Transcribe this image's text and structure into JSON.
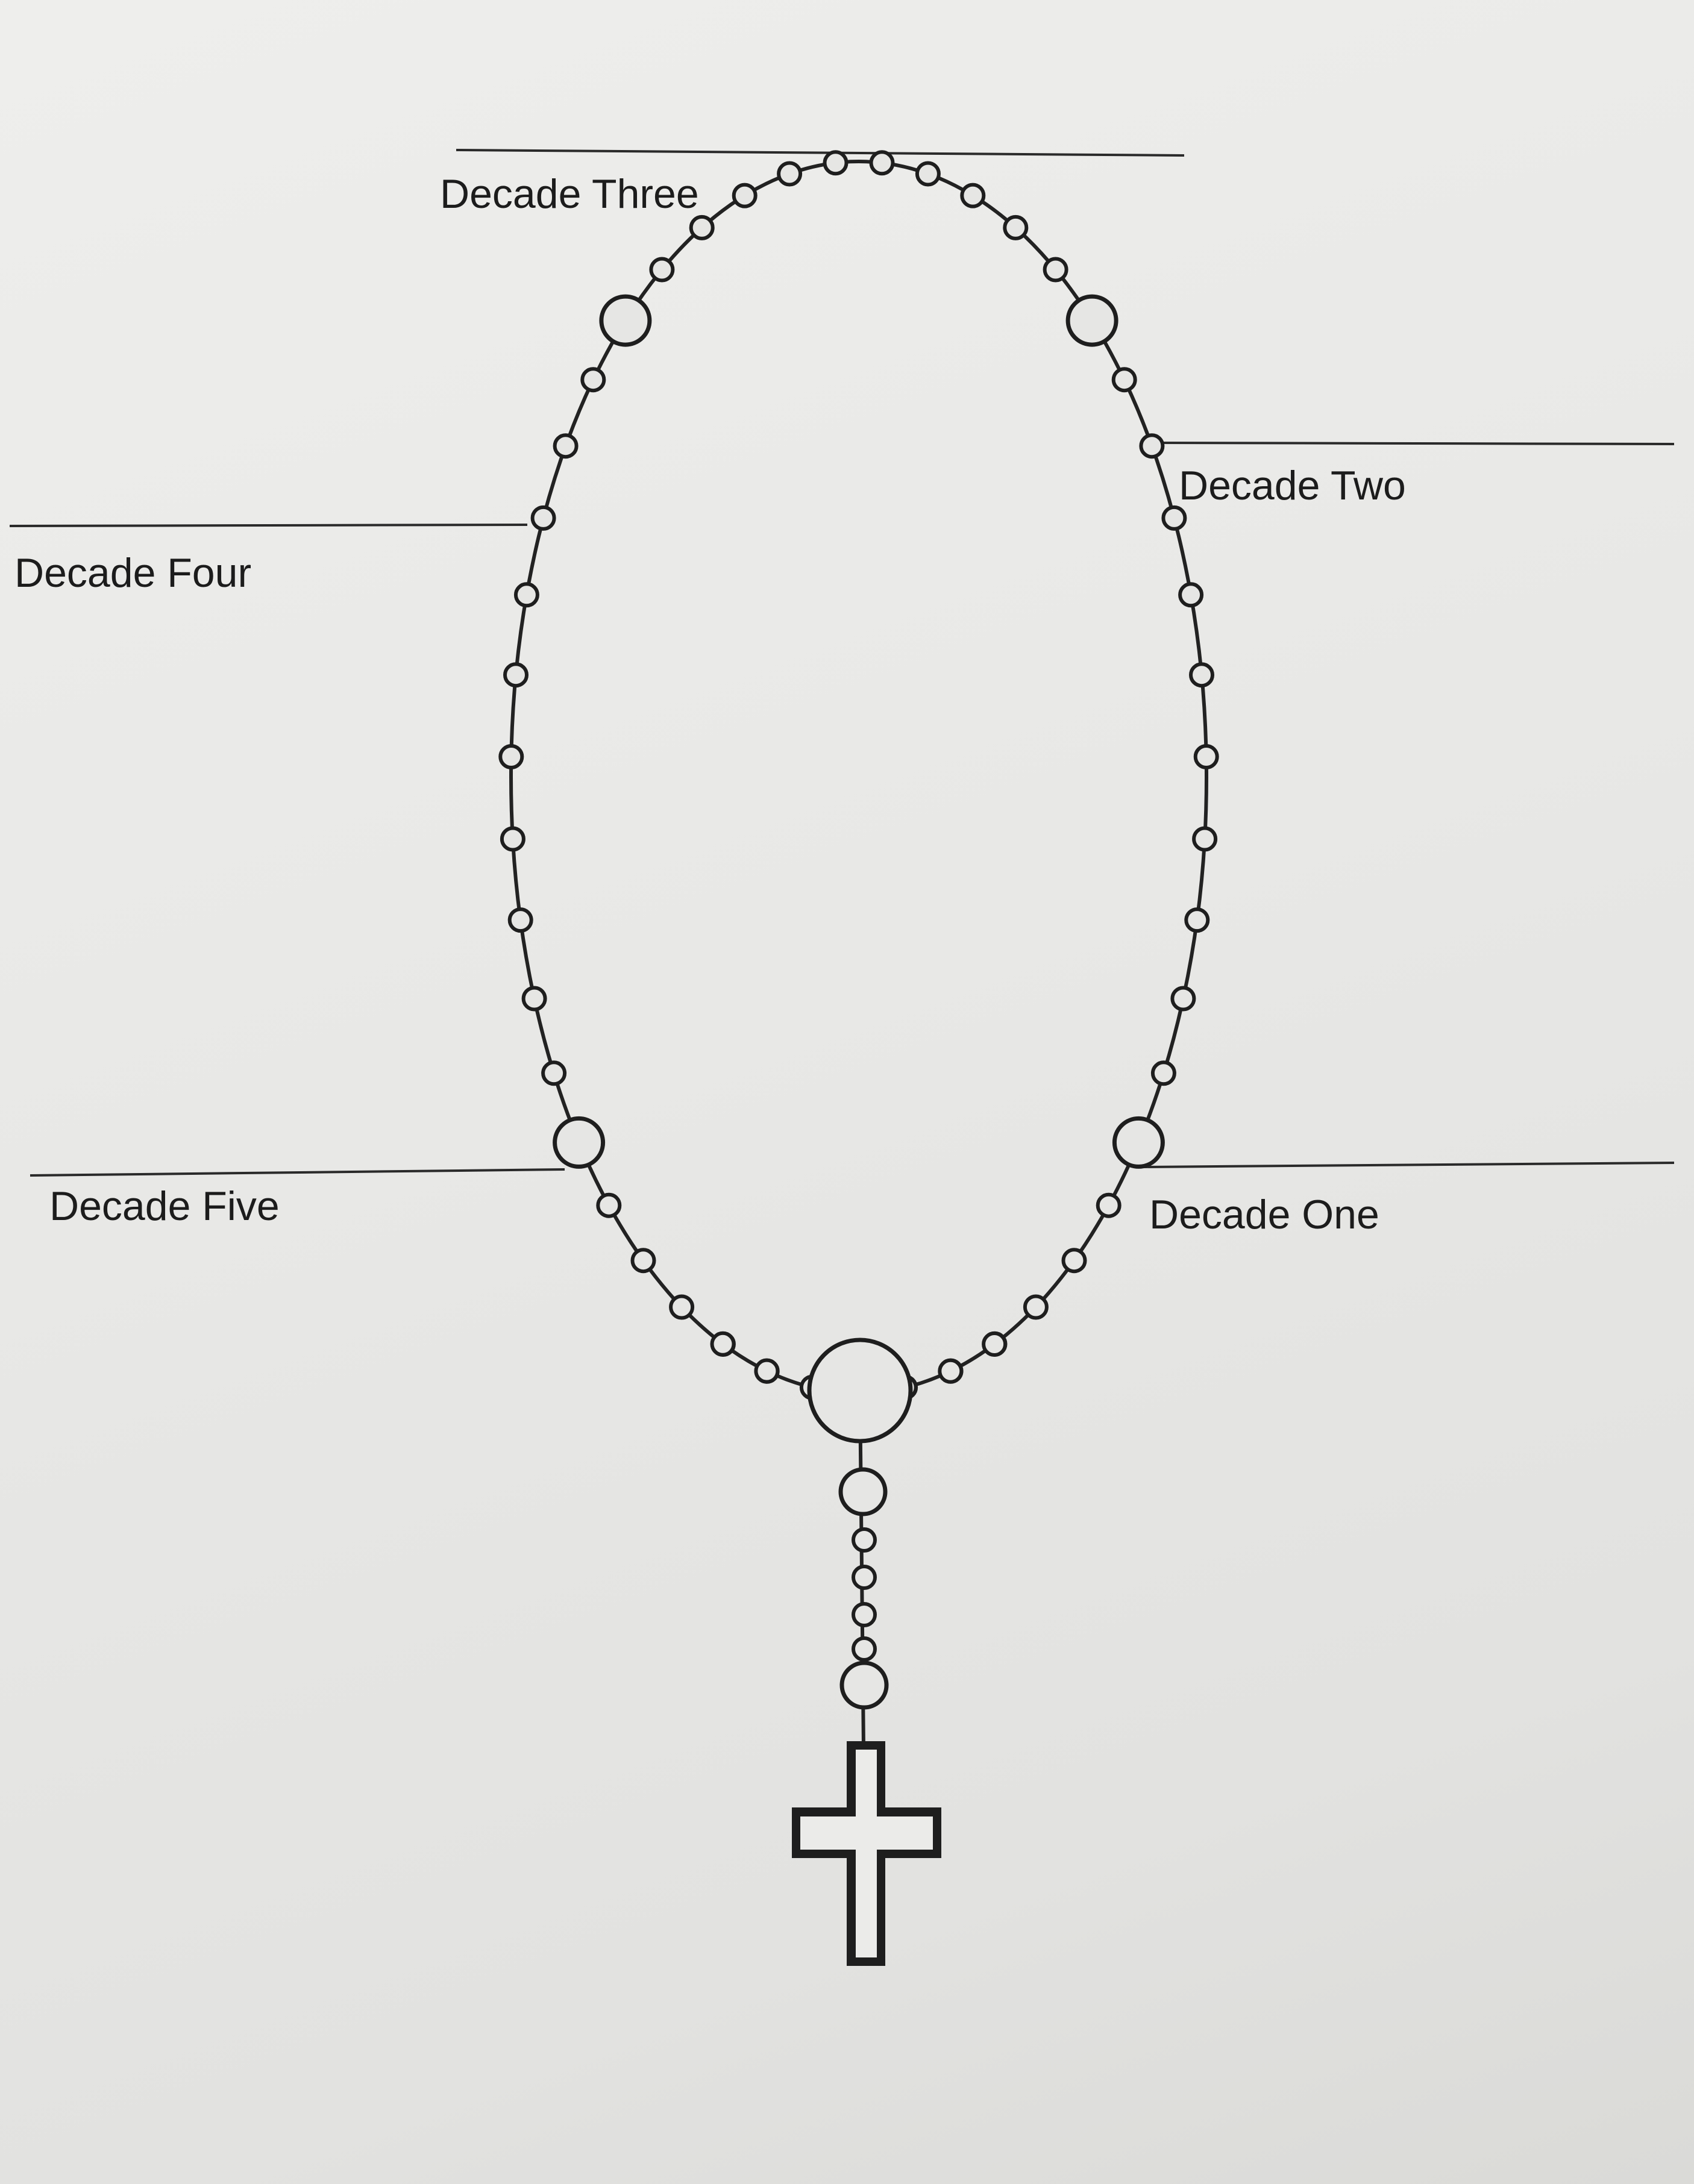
{
  "labels": {
    "decade_one": "Decade One",
    "decade_two": "Decade Two",
    "decade_three": "Decade Three",
    "decade_four": "Decade Four",
    "decade_five": "Decade Five"
  },
  "colors": {
    "ink": "#1e1e1e",
    "paper": "#e8e8e6"
  }
}
